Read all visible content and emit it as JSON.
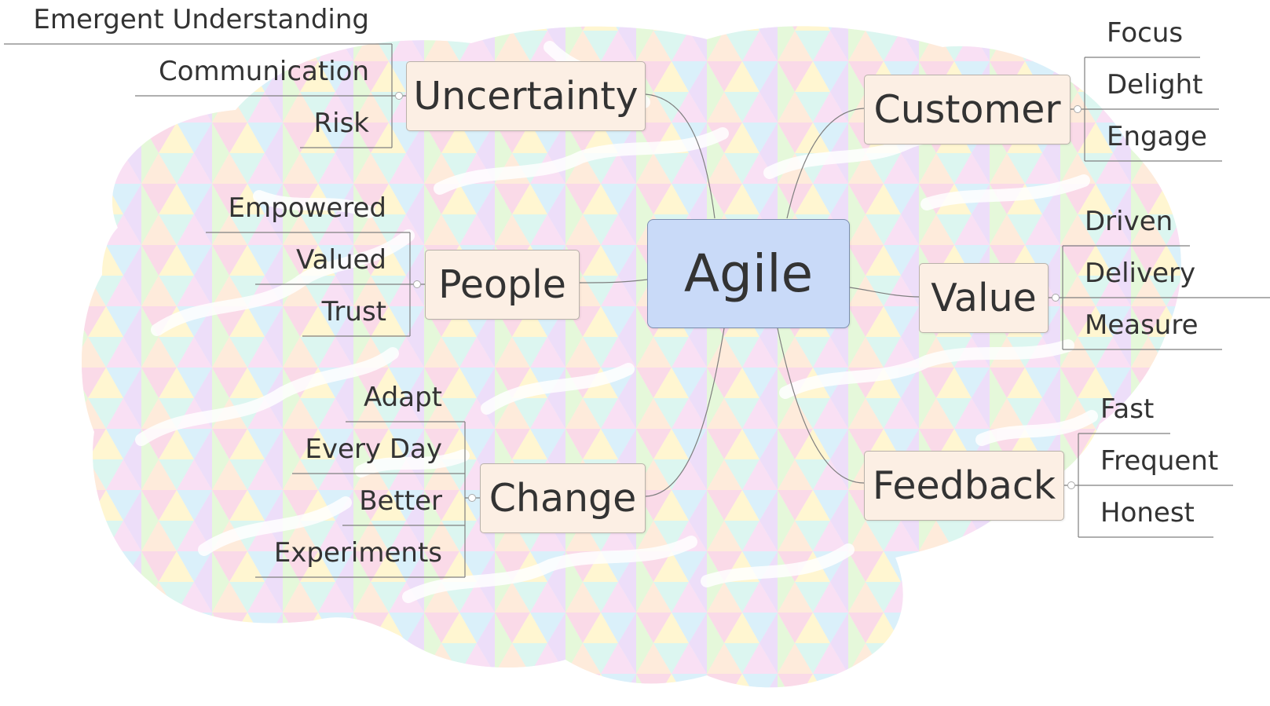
{
  "central_topic": "Agile",
  "branches": [
    {
      "id": "uncertainty",
      "label": "Uncertainty",
      "items": [
        "Emergent Understanding",
        "Communication",
        "Risk"
      ]
    },
    {
      "id": "people",
      "label": "People",
      "items": [
        "Empowered",
        "Valued",
        "Trust"
      ]
    },
    {
      "id": "change",
      "label": "Change",
      "items": [
        "Adapt",
        "Every Day",
        "Better",
        "Experiments"
      ]
    },
    {
      "id": "customer",
      "label": "Customer",
      "items": [
        "Focus",
        "Delight",
        "Engage"
      ]
    },
    {
      "id": "value",
      "label": "Value",
      "items": [
        "Driven",
        "Delivery",
        "Measure"
      ]
    },
    {
      "id": "feedback",
      "label": "Feedback",
      "items": [
        "Fast",
        "Frequent",
        "Honest"
      ]
    }
  ],
  "colors": {
    "central_fill": "#c9daf8",
    "topic_fill": "#fcefe4",
    "line": "#7f7f7f",
    "background_pastel": [
      "#f8c6dc",
      "#c6e8f8",
      "#d8f5c6",
      "#fff2b8",
      "#e3cdf6",
      "#c9f1e8"
    ]
  }
}
